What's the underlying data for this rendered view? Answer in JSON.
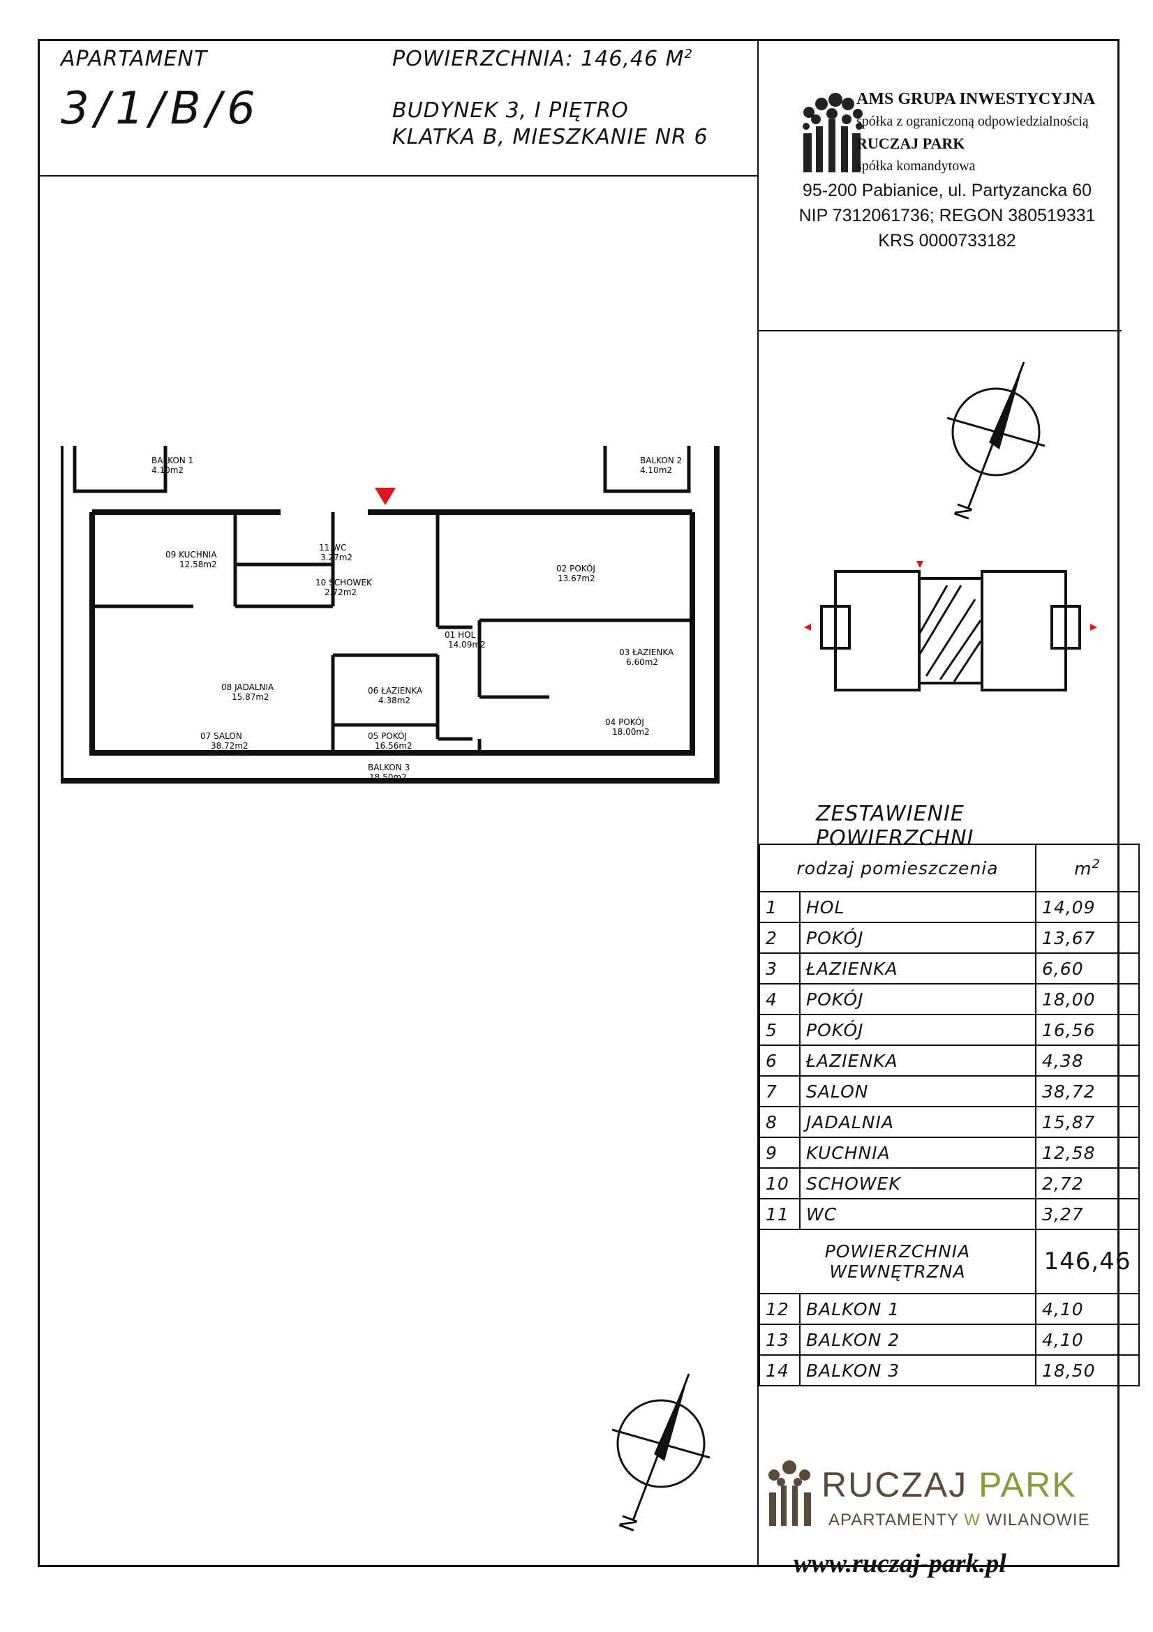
{
  "header": {
    "apt_label": "APARTAMENT",
    "apt_code": "3/1/B/6",
    "area_line": "POWIERZCHNIA: 146,46 M",
    "area_sup": "2",
    "building_line": "BUDYNEK 3, I PIĘTRO",
    "klatka_line": "KLATKA B, MIESZKANIE NR 6"
  },
  "company": {
    "name": "AMS GRUPA INWESTYCYJNA",
    "sub": "spółka z ograniczoną odpowiedzialnością",
    "brand": "RUCZAJ PARK",
    "kind": "spółka komandytowa",
    "address": "95-200 Pabianice, ul. Partyzancka 60",
    "nip_regon": "NIP 7312061736; REGON 380519331",
    "krs": "KRS 0000733182"
  },
  "plan": {
    "rooms": [
      {
        "label": "BALKON 1",
        "area": "4.10m2"
      },
      {
        "label": "BALKON 2",
        "area": "4.10m2"
      },
      {
        "label": "09 KUCHNIA",
        "area": "12.58m2"
      },
      {
        "label": "11 WC",
        "area": "3.27m2"
      },
      {
        "label": "10 SCHOWEK",
        "area": "2.72m2"
      },
      {
        "label": "02 POKÓJ",
        "area": "13.67m2"
      },
      {
        "label": "01 HOL",
        "area": "14.09m2"
      },
      {
        "label": "03 ŁAZIENKA",
        "area": "6.60m2"
      },
      {
        "label": "08 JADALNIA",
        "area": "15.87m2"
      },
      {
        "label": "06 ŁAZIENKA",
        "area": "4.38m2"
      },
      {
        "label": "04 POKÓJ",
        "area": "18.00m2"
      },
      {
        "label": "07 SALON",
        "area": "38.72m2"
      },
      {
        "label": "05 POKÓJ",
        "area": "16.56m2"
      },
      {
        "label": "BALKON 3",
        "area": "18.50m2"
      }
    ]
  },
  "summary": {
    "title": "ZESTAWIENIE POWIERZCHNI",
    "col_name": "rodzaj pomieszczenia",
    "col_unit": "m",
    "col_unit_sup": "2",
    "rows": [
      {
        "n": "1",
        "name": "HOL",
        "v": "14,09"
      },
      {
        "n": "2",
        "name": "POKÓJ",
        "v": "13,67"
      },
      {
        "n": "3",
        "name": "ŁAZIENKA",
        "v": "6,60"
      },
      {
        "n": "4",
        "name": "POKÓJ",
        "v": "18,00"
      },
      {
        "n": "5",
        "name": "POKÓJ",
        "v": "16,56"
      },
      {
        "n": "6",
        "name": "ŁAZIENKA",
        "v": "4,38"
      },
      {
        "n": "7",
        "name": "SALON",
        "v": "38,72"
      },
      {
        "n": "8",
        "name": "JADALNIA",
        "v": "15,87"
      },
      {
        "n": "9",
        "name": "KUCHNIA",
        "v": "12,58"
      },
      {
        "n": "10",
        "name": "SCHOWEK",
        "v": "2,72"
      },
      {
        "n": "11",
        "name": "WC",
        "v": "3,27"
      }
    ],
    "total_label_1": "POWIERZCHNIA",
    "total_label_2": "WEWNĘTRZNA",
    "total_value": "146,46",
    "balconies": [
      {
        "n": "12",
        "name": "BALKON 1",
        "v": "4,10"
      },
      {
        "n": "13",
        "name": "BALKON 2",
        "v": "4,10"
      },
      {
        "n": "14",
        "name": "BALKON 3",
        "v": "18,50"
      }
    ]
  },
  "brand_footer": {
    "ruczaj": "RUCZAJ ",
    "park": "PARK",
    "tag_1": "APARTAMENTY ",
    "tag_w": "W",
    "tag_2": " WILANOWIE",
    "url": "www.ruczaj-park.pl"
  },
  "colors": {
    "marker_red": "#e0141c",
    "brand_brown": "#5a4a3a",
    "brand_green": "#8a9a3a"
  },
  "compass_letter": "N"
}
